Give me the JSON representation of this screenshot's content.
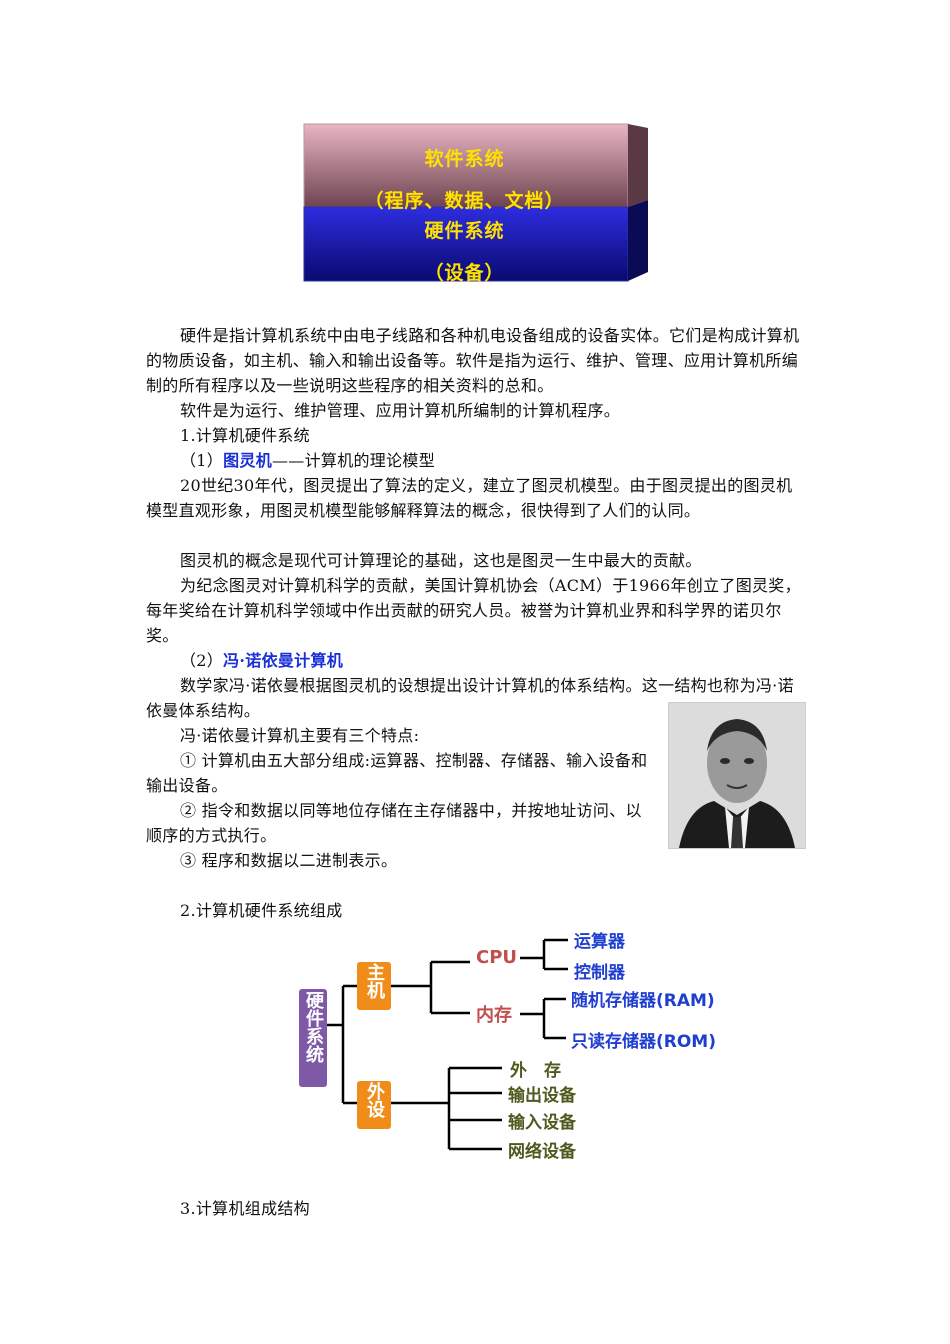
{
  "diagram_top": {
    "software_title": "软件系统",
    "software_sub": "（程序、数据、文档）",
    "hardware_title": "硬件系统",
    "hardware_sub": "（设备）"
  },
  "paragraphs": {
    "p1": "硬件是指计算机系统中由电子线路和各种机电设备组成的设备实体。它们是构成计算机的物质设备，如主机、输入和输出设备等。软件是指为运行、维护、管理、应用计算机所编制的所有程序以及一些说明这些程序的相关资料的总和。",
    "p2": "软件是为运行、维护管理、应用计算机所编制的计算机程序。",
    "h1": "1.计算机硬件系统",
    "h1_1_prefix": "（1）",
    "h1_1_term": "图灵机",
    "h1_1_rest": "——计算机的理论模型",
    "p3": "20世纪30年代，图灵提出了算法的定义，建立了图灵机模型。由于图灵提出的图灵机模型直观形象，用图灵机模型能够解释算法的概念，很快得到了人们的认同。",
    "p4": "图灵机的概念是现代可计算理论的基础，这也是图灵一生中最大的贡献。",
    "p5": "为纪念图灵对计算机科学的贡献，美国计算机协会（ACM）于1966年创立了图灵奖，每年奖给在计算机科学领域中作出贡献的研究人员。被誉为计算机业界和科学界的诺贝尔奖。",
    "h1_2_prefix": "（2）",
    "h1_2_term": "冯·诺依曼计算机",
    "p6": "数学家冯·诺依曼根据图灵机的设想提出设计计算机的体系结构。这一结构也称为冯·诺依曼体系结构。",
    "p7": "冯·诺依曼计算机主要有三个特点:",
    "f1": "① 计算机由五大部分组成:运算器、控制器、存储器、输入设备和输出设备。",
    "f2": "② 指令和数据以同等地位存储在主存储器中，并按地址访问、以顺序的方式执行。",
    "f3": "③ 程序和数据以二进制表示。",
    "h2": "2.计算机硬件系统组成",
    "h3": "3.计算机组成结构"
  },
  "tree": {
    "root": "硬件系统",
    "host": "主机",
    "peripheral": "外设",
    "cpu": "CPU",
    "memory": "内存",
    "alu": "运算器",
    "controller": "控制器",
    "ram": "随机存储器(RAM)",
    "rom": "只读存储器(ROM)",
    "external_storage": "外　存",
    "output": "输出设备",
    "input": "输入设备",
    "network": "网络设备"
  },
  "colors": {
    "software_layer": "#8b5a66",
    "hardware_layer": "#1a1aa6",
    "root_box": "#7e5aa6",
    "branch_box": "#f08c1a",
    "red_label": "#c0504d",
    "blue_label": "#1f3fd0",
    "green_label": "#4f5a1e"
  }
}
